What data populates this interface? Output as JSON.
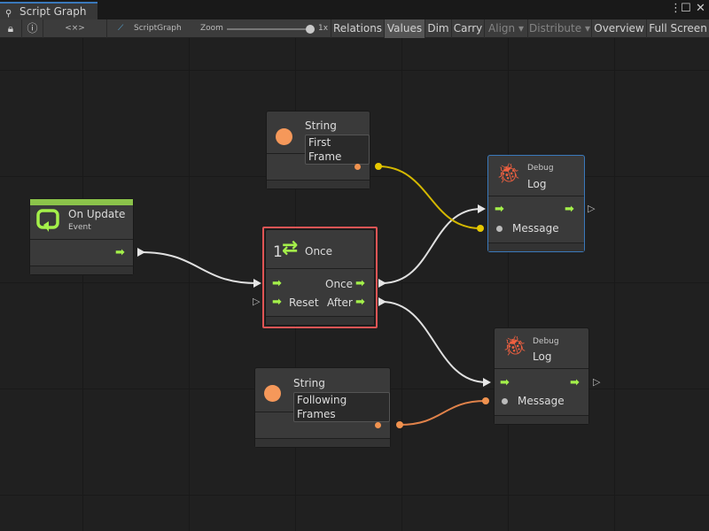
{
  "window": {
    "title": "Script Graph",
    "icon": "hierarchy-icon"
  },
  "toolbar": {
    "lock_icon": "lock-icon",
    "info_icon": "info-icon",
    "code_label": "<×>",
    "graph_name": "ScriptGraph",
    "zoom_label": "Zoom",
    "zoom_value": "1x",
    "zoom_level": 1,
    "buttons": [
      "Relations",
      "Values",
      "Dim",
      "Carry",
      "Align ▾",
      "Distribute ▾",
      "Overview",
      "Full Screen"
    ]
  },
  "nodes": {
    "on_update": {
      "title": "On Update",
      "subtitle": "Event",
      "accent": "#8bc34a"
    },
    "string1": {
      "title": "String",
      "value": "First Frame"
    },
    "once": {
      "title": "Once",
      "count": "1",
      "out_once": "Once",
      "in_reset": "Reset",
      "out_after": "After",
      "selected_color": "#e05555"
    },
    "log1": {
      "category": "Debug",
      "title": "Log",
      "message": "Message"
    },
    "log2": {
      "category": "Debug",
      "title": "Log",
      "message": "Message"
    },
    "string2": {
      "title": "String",
      "value": "Following Frames"
    }
  },
  "colors": {
    "flow": "#a4f04a",
    "string_port": "#f0924f",
    "yellow_port": "#e6c800",
    "bug": "#f06040"
  }
}
